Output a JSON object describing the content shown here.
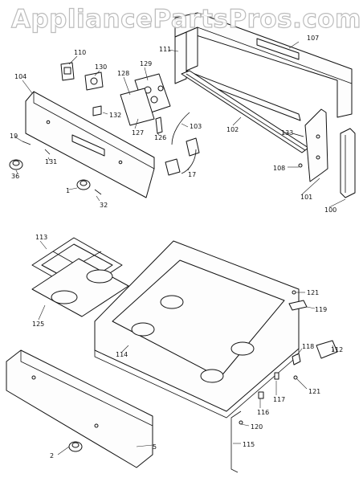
{
  "watermark": "AppliancePartsPros.com",
  "labels": {
    "p110": "110",
    "p130": "130",
    "p129": "129",
    "p128": "128",
    "p111": "111",
    "p107": "107",
    "p104": "104",
    "p132": "132",
    "p127": "127",
    "p126": "126",
    "p103": "103",
    "p102": "102",
    "p133": "133",
    "p19": "19",
    "p131": "131",
    "p17": "17",
    "p108": "108",
    "p36": "36",
    "p1": "1",
    "p32": "32",
    "p101": "101",
    "p100": "100",
    "p113": "113",
    "p121a": "121",
    "p119": "119",
    "p125": "125",
    "p118": "118",
    "p114": "114",
    "p112": "112",
    "p117": "117",
    "p121b": "121",
    "p116": "116",
    "p120": "120",
    "p2": "2",
    "p5": "5",
    "p115": "115"
  }
}
